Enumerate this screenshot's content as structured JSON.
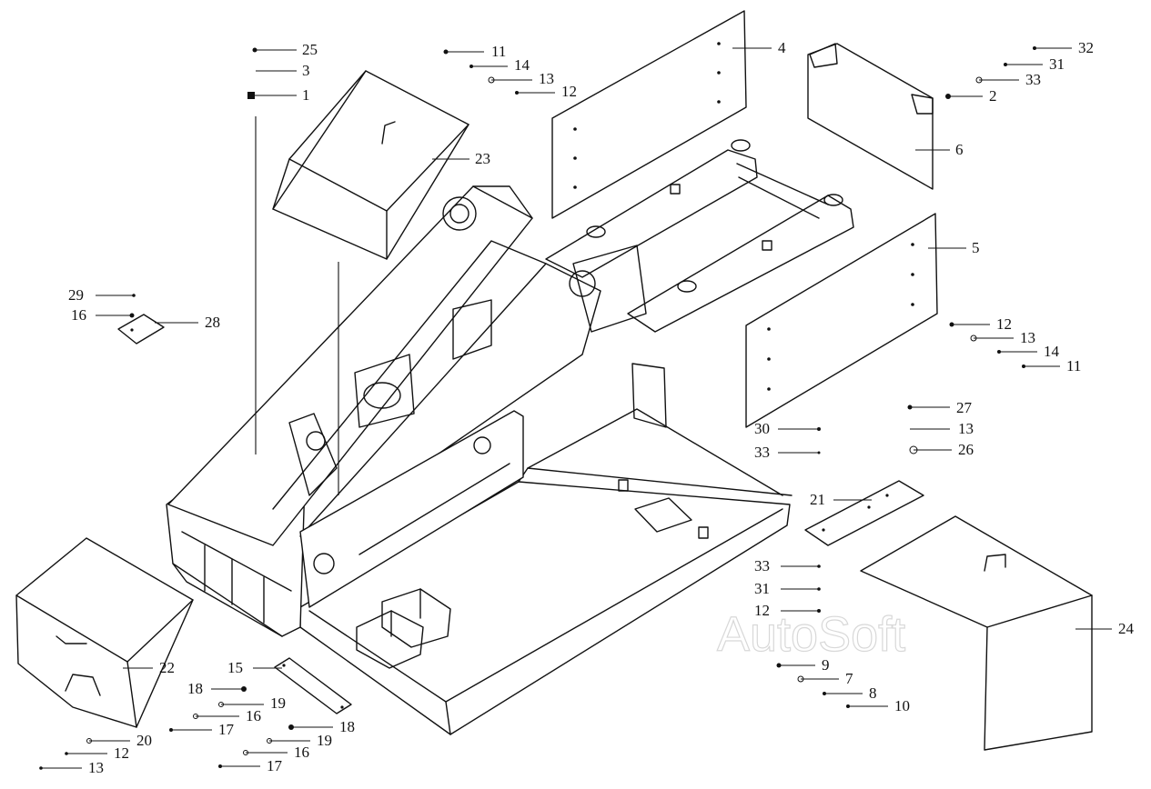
{
  "watermark": "AutoSoft",
  "callouts": [
    "25",
    "3",
    "1",
    "11",
    "14",
    "13",
    "12",
    "4",
    "32",
    "31",
    "33",
    "2",
    "6",
    "23",
    "5",
    "29",
    "16",
    "28",
    "12",
    "13",
    "14",
    "11",
    "27",
    "30",
    "13",
    "33",
    "26",
    "21",
    "33",
    "31",
    "12",
    "24",
    "22",
    "15",
    "18",
    "19",
    "16",
    "17",
    "18",
    "19",
    "16",
    "17",
    "20",
    "12",
    "13",
    "9",
    "7",
    "8",
    "10"
  ]
}
